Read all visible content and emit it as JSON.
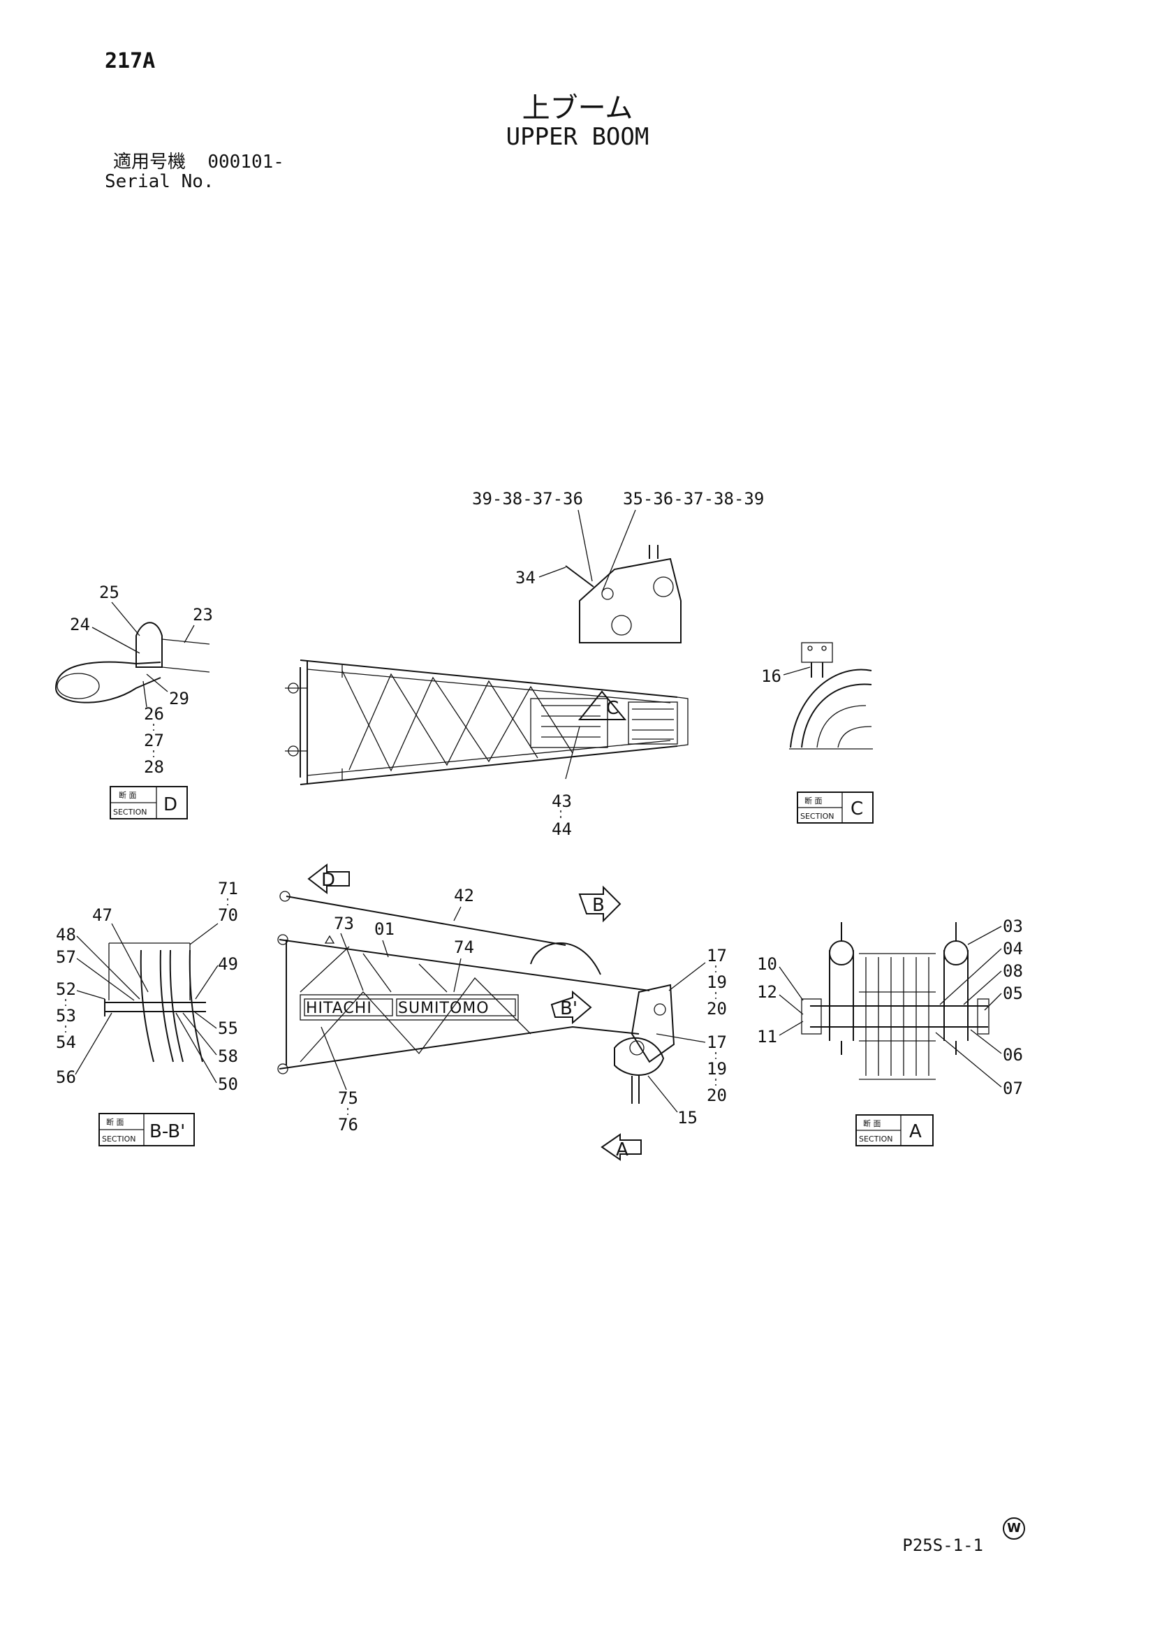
{
  "header": {
    "page_no": "217A",
    "title_ja": "上ブーム",
    "title_en": "UPPER BOOM",
    "serial_label_ja": "適用号機",
    "serial_value": "000101-",
    "serial_label_en": "Serial No."
  },
  "footer": {
    "code": "P25S-1-1",
    "mark": "W"
  },
  "logo": {
    "left_word": "HITACHI",
    "right_word": "SUMITOMO"
  },
  "views": {
    "arrow_a": "A",
    "arrow_b": "B",
    "arrow_b_prime": "B'",
    "arrow_c": "C",
    "arrow_d": "D"
  },
  "sections": {
    "kanji": "断 面",
    "word": "SECTION",
    "d": "D",
    "c": "C",
    "bb": "B-B'",
    "a": "A"
  },
  "callouts": {
    "c_39_36": "39-38-37-36",
    "c_35_39": "35-36-37-38-39",
    "c_34": "34",
    "c_25": "25",
    "c_23": "23",
    "c_24": "24",
    "c_29": "29",
    "c_26": "26",
    "c_27": "27",
    "c_28": "28",
    "c_16": "16",
    "c_43": "43",
    "c_44": "44",
    "c_71": "71",
    "c_70": "70",
    "c_47": "47",
    "c_48": "48",
    "c_57": "57",
    "c_49": "49",
    "c_52": "52",
    "c_53": "53",
    "c_54": "54",
    "c_55": "55",
    "c_58": "58",
    "c_50": "50",
    "c_56": "56",
    "c_42": "42",
    "c_73": "73",
    "c_01": "01",
    "c_74": "74",
    "c_75": "75",
    "c_76": "76",
    "c_17a": "17",
    "c_19a": "19",
    "c_20a": "20",
    "c_17b": "17",
    "c_19b": "19",
    "c_20b": "20",
    "c_15": "15",
    "c_03": "03",
    "c_04": "04",
    "c_08": "08",
    "c_05": "05",
    "c_10": "10",
    "c_12": "12",
    "c_11": "11",
    "c_06": "06",
    "c_07": "07"
  }
}
